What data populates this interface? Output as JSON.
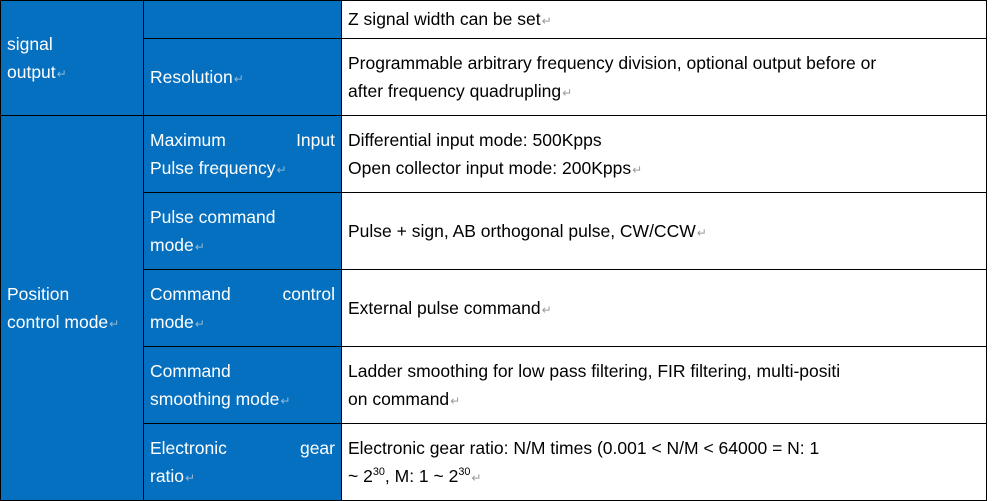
{
  "document": {
    "type": "specification-table",
    "accent_color": "#0570c0",
    "header_text_color": "#ffffff",
    "body_text_color": "#000000",
    "background_color": "#ffffff",
    "paragraph_mark": "↵"
  },
  "table": {
    "columns": 3,
    "row_count": 7,
    "groups": [
      {
        "label_line_1": "signal",
        "label_line_2": "output",
        "row_span": 2
      },
      {
        "label_line_1": "Position",
        "label_line_2": "control mode",
        "row_span": 5
      }
    ],
    "rows": [
      {
        "group": "signal output",
        "label_lines": [],
        "label": "",
        "value_lines": [
          "Z  signal  width  can  be  set"
        ],
        "value": "Z signal width can be set"
      },
      {
        "group": "signal output",
        "label_lines": [
          "Resolution"
        ],
        "label": "Resolution",
        "value_lines": [
          "Programmable arbitrary frequency division, optional output before or",
          "after frequency quadrupling"
        ],
        "value": "Programmable arbitrary frequency division, optional output before or after frequency quadrupling"
      },
      {
        "group": "Position control mode",
        "label_lines": [
          "Maximum  Input",
          "Pulse   frequency"
        ],
        "label": "Maximum Input Pulse frequency",
        "value_lines": [
          "Differential input mode: 500Kpps",
          "Open collector input mode: 200Kpps"
        ],
        "value": "Differential input mode: 500Kpps / Open collector input mode: 200Kpps"
      },
      {
        "group": "Position control mode",
        "label_lines": [
          "Pulse command",
          "mode"
        ],
        "label": "Pulse command mode",
        "value_lines": [
          "Pulse + sign, AB orthogonal pulse, CW/CCW"
        ],
        "value": "Pulse + sign, AB orthogonal pulse, CW/CCW"
      },
      {
        "group": "Position control mode",
        "label_lines": [
          "Command   control",
          "mode"
        ],
        "label": "Command control mode",
        "value_lines": [
          "External pulse command"
        ],
        "value": "External pulse command"
      },
      {
        "group": "Position control mode",
        "label_lines": [
          "Command",
          "smoothing mode"
        ],
        "label": "Command smoothing mode",
        "value_lines": [
          "Ladder  smoothing  for  low  pass  filtering,  FIR  filtering,  multi-positi",
          "on  command"
        ],
        "value": "Ladder smoothing for low pass filtering, FIR filtering, multi-position command"
      },
      {
        "group": "Position control mode",
        "label_lines": [
          "Electronic   gear",
          "ratio"
        ],
        "label": "Electronic gear ratio",
        "value_lines": [
          "Electronic  gear  ratio:  N/M  times  (0.001  <  N/M  <  64000  =  N:  1",
          "~  2^30,  M:  1  ~  2^30"
        ],
        "value": "Electronic gear ratio: N/M times (0.001 < N/M < 64000 = N: 1 ~ 2^30, M: 1 ~ 2^30"
      }
    ]
  },
  "fragments": {
    "gear_line2_a": "~  2",
    "gear_exp_1": "30",
    "gear_line2_b": ",  M:  1  ~  2",
    "gear_exp_2": "30"
  }
}
